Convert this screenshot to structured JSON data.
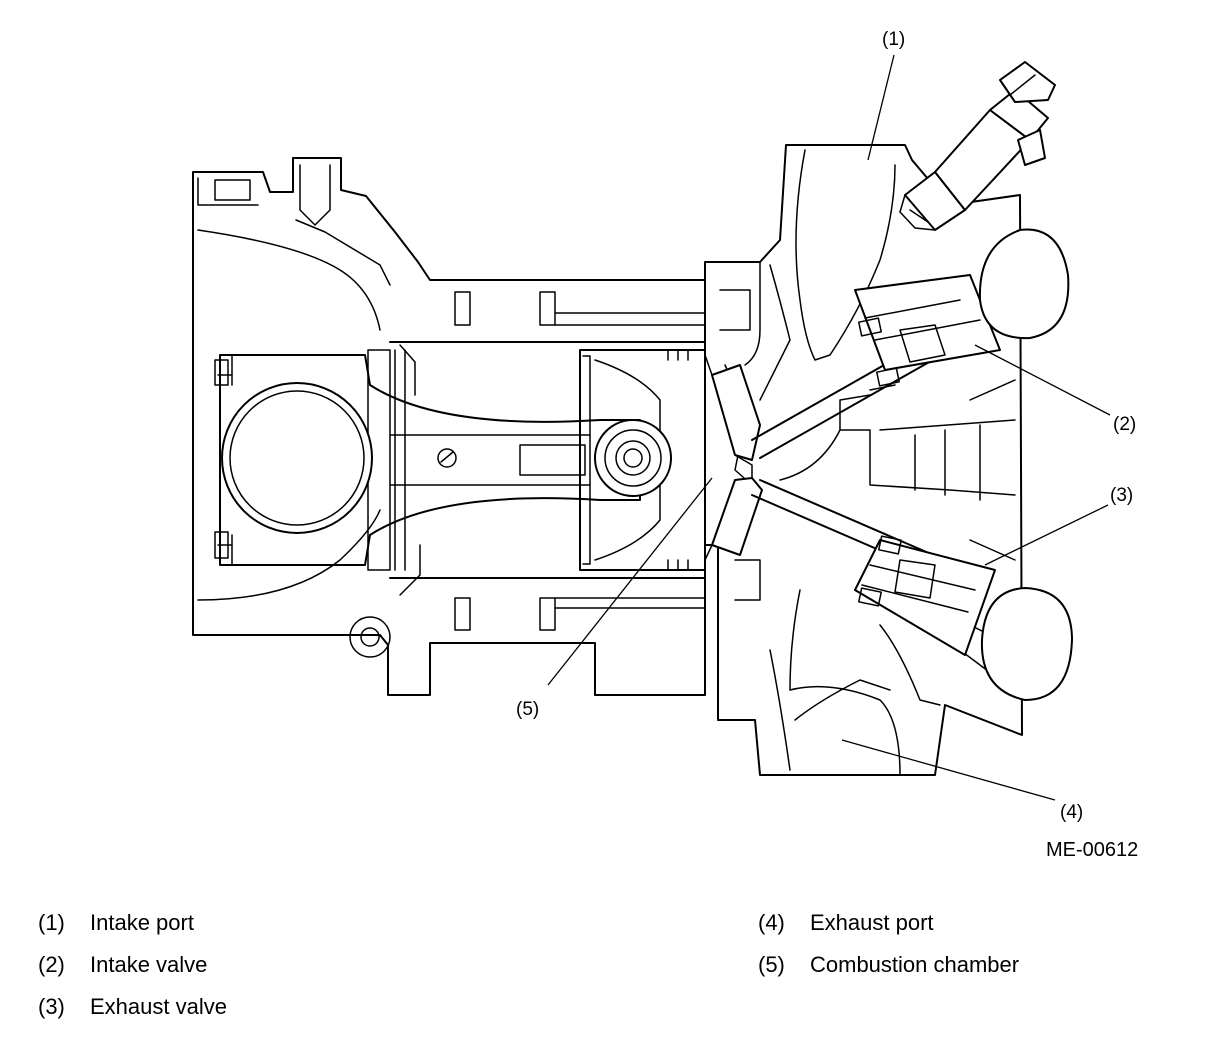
{
  "callouts": [
    "(1)",
    "(2)",
    "(3)",
    "(4)",
    "(5)"
  ],
  "figure_id": "ME-00612",
  "legend": [
    {
      "num": "(1)",
      "label": "Intake port"
    },
    {
      "num": "(2)",
      "label": "Intake valve"
    },
    {
      "num": "(3)",
      "label": "Exhaust valve"
    },
    {
      "num": "(4)",
      "label": "Exhaust port"
    },
    {
      "num": "(5)",
      "label": "Combustion chamber"
    }
  ]
}
